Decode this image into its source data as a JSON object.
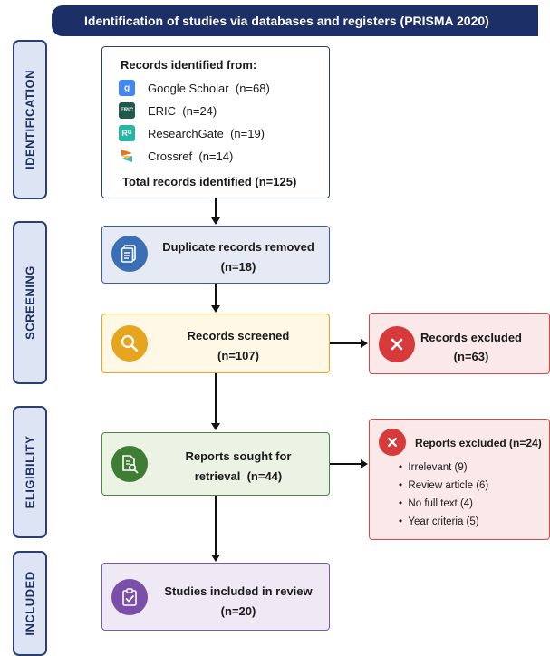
{
  "header": "Identification of studies via databases and registers (PRISMA 2020)",
  "stages": {
    "identification": "IDENTIFICATION",
    "screening": "SCREENING",
    "eligibility": "ELIGIBILITY",
    "included": "INCLUDED"
  },
  "identification": {
    "title": "Records identified from:",
    "sources": [
      {
        "name": "Google Scholar",
        "count": "(n=68)",
        "icon": "google-scholar-icon",
        "color": "#4285f4"
      },
      {
        "name": "ERIC",
        "count": "(n=24)",
        "icon": "eric-icon",
        "color": "#1f5b4a"
      },
      {
        "name": "ResearchGate",
        "count": "(n=19)",
        "icon": "researchgate-icon",
        "color": "#28b5a6"
      },
      {
        "name": "Crossref",
        "count": "(n=14)",
        "icon": "crossref-icon",
        "color": "#e8742b"
      }
    ],
    "total": "Total records identified  (n=125)"
  },
  "duplicates": {
    "title": "Duplicate records removed",
    "value": "(n=18)",
    "color": "#3a6fb5"
  },
  "screened": {
    "title": "Records screened",
    "value": "(n=107)",
    "color": "#e6a51e"
  },
  "excluded": {
    "title": "Records excluded",
    "value": "(n=63)",
    "color": "#d63a3a"
  },
  "retrieval": {
    "title": "Reports sought for",
    "title2": "retrieval",
    "value": "(n=44)",
    "color": "#3f7d34"
  },
  "reports_excluded": {
    "title": "Reports excluded (n=24)",
    "items": [
      "Irrelevant  (9)",
      "Review article  (6)",
      "No full text  (4)",
      "Year criteria  (5)"
    ]
  },
  "included": {
    "title": "Studies included in review",
    "value": "(n=20)",
    "color": "#7a4fa8"
  },
  "colors": {
    "header": "#1c2f66",
    "stage_fill": "#dde4f3",
    "dup_fill": "#e5eaf5",
    "screen_fill": "#fff8e6",
    "retrieval_fill": "#eaf3e4",
    "included_fill": "#efe8f5",
    "excluded_fill": "#fbe9e9"
  }
}
